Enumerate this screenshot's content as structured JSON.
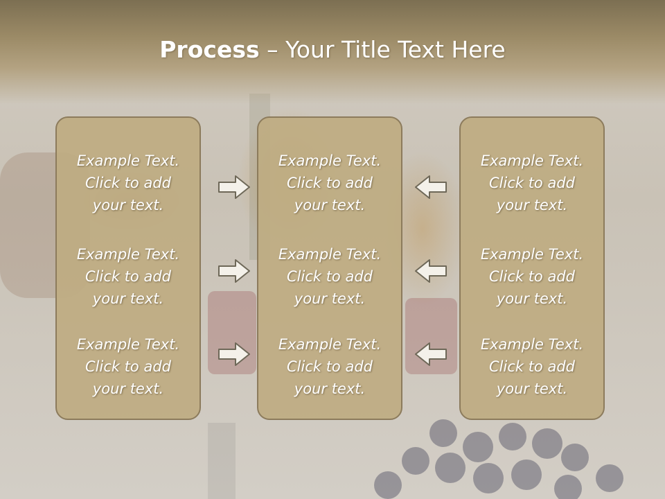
{
  "slide": {
    "title_bold": "Process",
    "title_rest": " – Your Title Text Here"
  },
  "columns": [
    {
      "items": [
        {
          "line1": "Example Text.",
          "line2": "Click  to add",
          "line3": "your text."
        },
        {
          "line1": "Example Text.",
          "line2": "Click  to add",
          "line3": "your text."
        },
        {
          "line1": "Example Text.",
          "line2": "Click  to add",
          "line3": "your text."
        }
      ]
    },
    {
      "items": [
        {
          "line1": "Example Text.",
          "line2": "Click  to add",
          "line3": "your text."
        },
        {
          "line1": "Example Text.",
          "line2": "Click  to add",
          "line3": "your text."
        },
        {
          "line1": "Example Text.",
          "line2": "Click  to add",
          "line3": "your text."
        }
      ]
    },
    {
      "items": [
        {
          "line1": "Example Text.",
          "line2": "Click  to add",
          "line3": "your text."
        },
        {
          "line1": "Example Text.",
          "line2": "Click  to add",
          "line3": "your text."
        },
        {
          "line1": "Example Text.",
          "line2": "Click  to add",
          "line3": "your text."
        }
      ]
    }
  ],
  "arrows": {
    "left_group": [
      "right-arrow-icon",
      "right-arrow-icon",
      "right-arrow-icon"
    ],
    "right_group": [
      "left-arrow-icon",
      "left-arrow-icon",
      "left-arrow-icon"
    ]
  },
  "colors": {
    "box_fill": "#bead82",
    "box_border": "#8c7b5c",
    "header": "#9b8a66",
    "text": "#ffffff"
  }
}
